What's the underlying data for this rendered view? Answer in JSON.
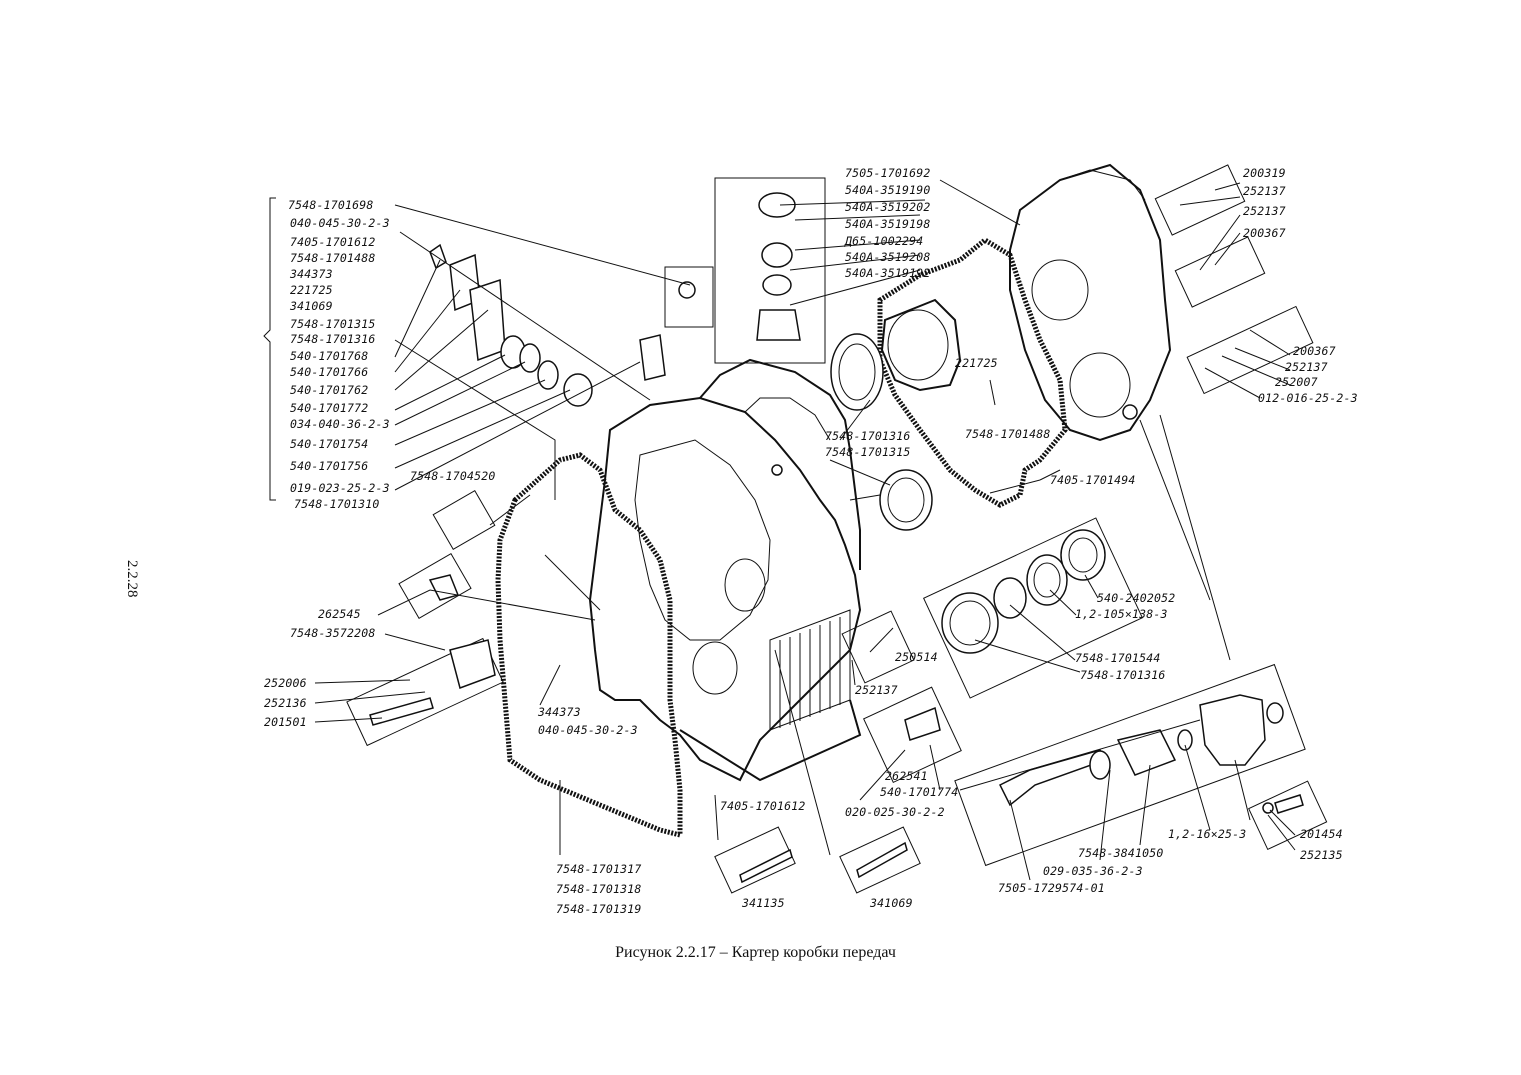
{
  "page_number": "2.2.28",
  "caption": "Рисунок 2.2.17 – Картер коробки передач",
  "labels": {
    "l01": "7548-1701698",
    "l02": "040-045-30-2-3",
    "l03": "7405-1701612",
    "l04": "7548-1701488",
    "l05": "344373",
    "l06": "221725",
    "l07": "341069",
    "l08": "7548-1701315",
    "l09": "7548-1701316",
    "l10": "540-1701768",
    "l11": "540-1701766",
    "l12": "540-1701762",
    "l13": "540-1701772",
    "l14": "034-040-36-2-3",
    "l15": "540-1701754",
    "l16": "540-1701756",
    "l17": "7548-1704520",
    "l18": "019-023-25-2-3",
    "l19": "7548-1701310",
    "l20": "262545",
    "l21": "7548-3572208",
    "l22": "252006",
    "l23": "252136",
    "l24": "201501",
    "l25": "344373",
    "l26": "040-045-30-2-3",
    "l27": "7548-1701317",
    "l28": "7548-1701318",
    "l29": "7548-1701319",
    "l30": "7405-1701612",
    "l31": "341135",
    "l32": "341069",
    "l33": "252137",
    "l34": "250514",
    "l35": "262541",
    "l36": "540-1701774",
    "l37": "020-025-30-2-2",
    "l38": "7505-1701692",
    "l39": "540А-3519190",
    "l40": "540А-3519202",
    "l41": "540А-3519198",
    "l42": "Д65-1002294",
    "l43": "540А-3519208",
    "l44": "540А-3519192",
    "l45": "7548-1701316",
    "l46": "7548-1701315",
    "l47": "221725",
    "l48": "7548-1701488",
    "l49": "7405-1701494",
    "l50": "200319",
    "l51": "252137",
    "l52": "252137",
    "l53": "200367",
    "l54": "200367",
    "l55": "252137",
    "l56": "252007",
    "l57": "012-016-25-2-3",
    "l58": "540-2402052",
    "l59": "1,2-105×138-3",
    "l60": "7548-1701544",
    "l61": "7548-1701316",
    "l62": "201454",
    "l63": "252135",
    "l64": "1,2-16×25-3",
    "l65": "7548-3841050",
    "l66": "029-035-36-2-3",
    "l67": "7505-1729574-01"
  }
}
